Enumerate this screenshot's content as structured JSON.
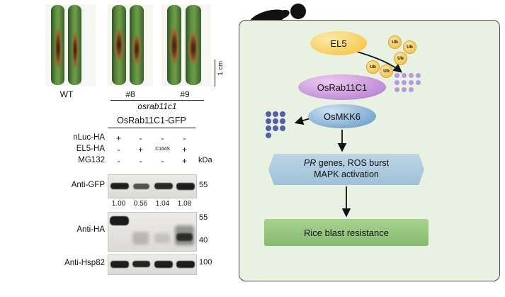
{
  "figure": {
    "leaf_panel": {
      "labels": [
        "WT",
        "#8",
        "#9"
      ],
      "genotype": "osrab11c1",
      "scale_bar": "1 cm"
    },
    "blot_panel": {
      "title": "OsRab11C1-GFP",
      "conditions": [
        {
          "label": "nLuc-HA",
          "values": [
            "+",
            "-",
            "-",
            "-"
          ]
        },
        {
          "label": "EL5-HA",
          "values": [
            "-",
            "+",
            "C164S",
            "+"
          ]
        },
        {
          "label": "MG132",
          "values": [
            "-",
            "-",
            "-",
            "+"
          ]
        }
      ],
      "kda": "kDa",
      "blots": [
        {
          "label": "Anti-GFP",
          "markers": [
            "55"
          ]
        },
        {
          "label": "Anti-HA",
          "markers": [
            "55",
            "40"
          ]
        },
        {
          "label": "Anti-Hsp82",
          "markers": [
            "100"
          ]
        }
      ],
      "quantification": [
        "1.00",
        "0.56",
        "1.04",
        "1.08"
      ]
    },
    "diagram": {
      "el5": "EL5",
      "ub": "Ub",
      "osrab11c1": "OsRab11C1",
      "osmkk6": "OsMKK6",
      "box_line1_italic": "PR",
      "box_line1_rest": " genes, ROS burst",
      "box_line2": "MAPK activation",
      "outcome": "Rice blast resistance",
      "colors": {
        "panel_bg": "#e9f1e3",
        "el5_fill": "#f6c94e",
        "ub_fill": "#f0bd3e",
        "osrab11c1_fill": "#c08fd8",
        "osmkk6_fill": "#74a4cd",
        "purple_dots": "#b49ae0",
        "blue_dots": "#4f5fae",
        "process_box": "#9fc2d8",
        "outcome_box": "#85bb6e"
      }
    }
  }
}
